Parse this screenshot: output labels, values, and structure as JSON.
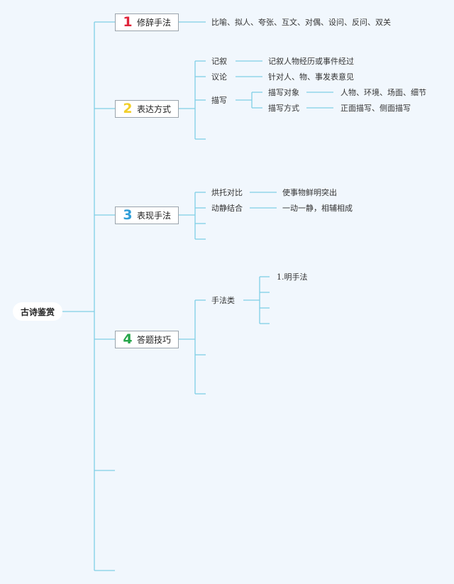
{
  "root": "古诗鉴赏",
  "colors": {
    "line": "#7fcfe6",
    "background": "#f1f7fd"
  },
  "topics": [
    {
      "num": "1",
      "num_color": "#e0243a",
      "label": "修辞手法"
    },
    {
      "num": "2",
      "num_color": "#f2cf2a",
      "label": "表达方式"
    },
    {
      "num": "3",
      "num_color": "#2f9ed8",
      "label": "表现手法"
    },
    {
      "num": "4",
      "num_color": "#27a64b",
      "label": "答题技巧"
    }
  ],
  "rhetoric": "比喻、拟人、夸张、互文、对偶、设问、反问、双关",
  "expression": {
    "narrate": {
      "label": "记叙",
      "value": "记叙人物经历或事件经过"
    },
    "discuss": {
      "label": "议论",
      "value": "针对人、物、事发表意见"
    },
    "describe": {
      "label": "描写",
      "object": {
        "label": "描写对象",
        "value": "人物、环境、场面、细节"
      },
      "method": {
        "label": "描写方式",
        "value": "正面描写、侧面描写"
      }
    }
  },
  "presentation": {
    "contrast": {
      "label": "烘托对比",
      "value": "使事物鲜明突出"
    },
    "motion": {
      "label": "动静结合",
      "value": "一动一静，相辅相成"
    }
  },
  "technique": {
    "category": "手法类",
    "step1": "1.明手法"
  }
}
